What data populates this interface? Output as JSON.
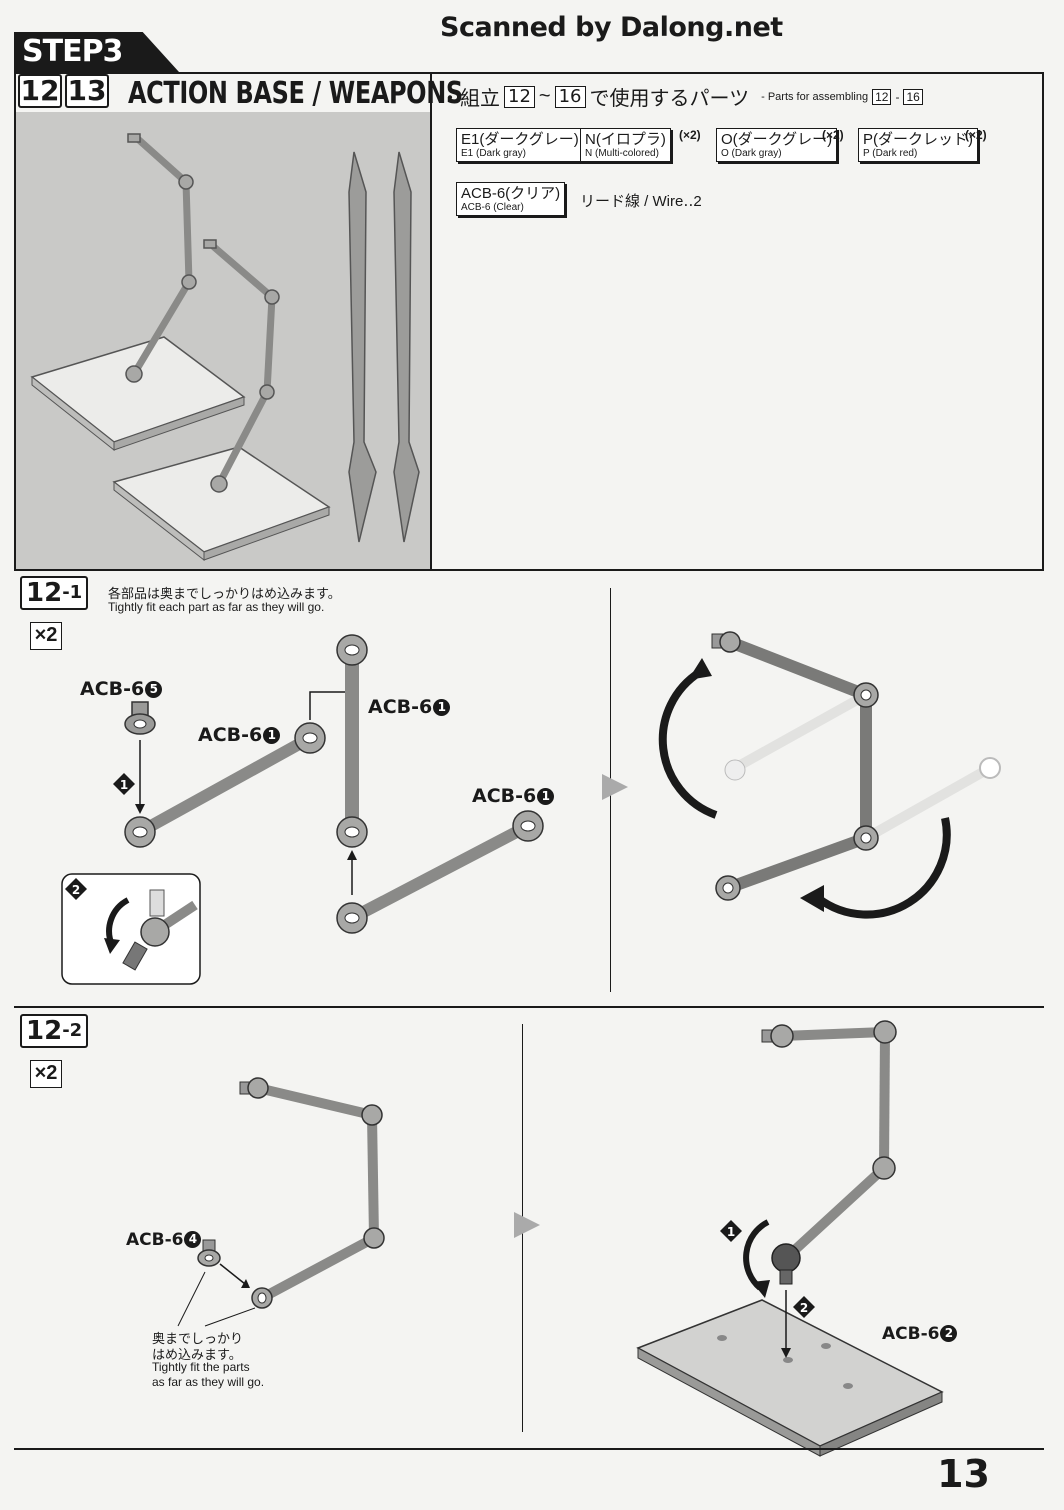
{
  "watermark": "Scanned by Dalong.net",
  "step": {
    "label": "STEP3"
  },
  "header": {
    "step_numbers": [
      "12",
      "13"
    ],
    "title": "ACTION BASE / WEAPONS"
  },
  "parts_list": {
    "intro_prefix": "・組立",
    "range_start": "12",
    "range_sep": "~",
    "range_end": "16",
    "intro_suffix": "で使用するパーツ",
    "intro_en": "- Parts for assembling",
    "intro_en_start": "12",
    "intro_en_sep": "-",
    "intro_en_end": "16",
    "parts": [
      {
        "jp": "E1(ダークグレー)",
        "en": "E1 (Dark gray)",
        "mult": ""
      },
      {
        "jp": "N(イロプラ)",
        "en": "N (Multi-colored)",
        "mult": "(×2)"
      },
      {
        "jp": "O(ダークグレー)",
        "en": "O (Dark gray)",
        "mult": "(×2)"
      },
      {
        "jp": "P(ダークレッド)",
        "en": "P (Dark red)",
        "mult": "(×2)"
      },
      {
        "jp": "ACB-6(クリア)",
        "en": "ACB-6 (Clear)",
        "mult": ""
      }
    ],
    "wire": "リード線 / Wire‥2"
  },
  "section_12_1": {
    "label_main": "12",
    "label_sub": "-1",
    "multiplier": "×2",
    "note_jp": "各部品は奥までしっかりはめ込みます。",
    "note_en": "Tightly fit each part as far as they will go.",
    "callouts": [
      {
        "text": "ACB-6",
        "num": "5"
      },
      {
        "text": "ACB-6",
        "num": "1"
      },
      {
        "text": "ACB-6",
        "num": "1"
      },
      {
        "text": "ACB-6",
        "num": "1"
      }
    ],
    "steps": [
      "1",
      "2"
    ]
  },
  "section_12_2": {
    "label_main": "12",
    "label_sub": "-2",
    "multiplier": "×2",
    "callout_left": {
      "text": "ACB-6",
      "num": "4"
    },
    "callout_right": {
      "text": "ACB-6",
      "num": "2"
    },
    "note_jp_1": "奥までしっかり",
    "note_jp_2": "はめ込みます。",
    "note_en_1": "Tightly fit the parts",
    "note_en_2": "as far as they will go.",
    "steps": [
      "1",
      "2"
    ]
  },
  "page_number": "13"
}
